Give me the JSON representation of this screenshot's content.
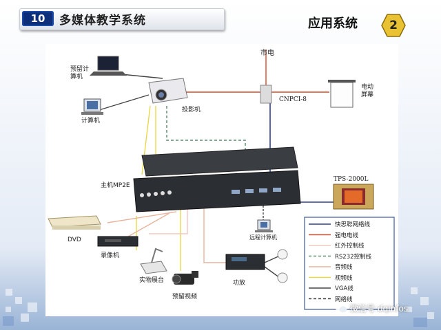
{
  "header": {
    "section_number": "10",
    "section_title": "多媒体教学系统",
    "right_title": "应用系统",
    "badge_number": "2"
  },
  "diagram": {
    "labels": {
      "mains": "市电",
      "reserved_computer": "预留计\n算机",
      "computer": "计算机",
      "projector": "投影机",
      "cnpci": "CNPCI-8",
      "motor_screen": "电动\n屏幕",
      "host": "主机MP2E",
      "tps": "TPS-2000L",
      "dvd": "DVD",
      "vcr": "录像机",
      "visualizer": "实物展台",
      "reserved_video": "预留视频",
      "remote_computer": "远程计算机",
      "amplifier": "功放"
    },
    "legend": [
      {
        "label": "快思聪网络线",
        "color": "#2e3f8f",
        "style": "solid"
      },
      {
        "label": "强电电线",
        "color": "#d24a2a",
        "style": "solid"
      },
      {
        "label": "红外控制线",
        "color": "#f0c8c0",
        "style": "solid"
      },
      {
        "label": "RS232控制线",
        "color": "#5a8a6a",
        "style": "dashed"
      },
      {
        "label": "音频线",
        "color": "#e7b49c",
        "style": "solid"
      },
      {
        "label": "视频线",
        "color": "#e8d84a",
        "style": "solid"
      },
      {
        "label": "VGA线",
        "color": "#444444",
        "style": "solid"
      },
      {
        "label": "网络线",
        "color": "#444444",
        "style": "dashed"
      }
    ]
  },
  "watermark": "微信号:dqinfos"
}
